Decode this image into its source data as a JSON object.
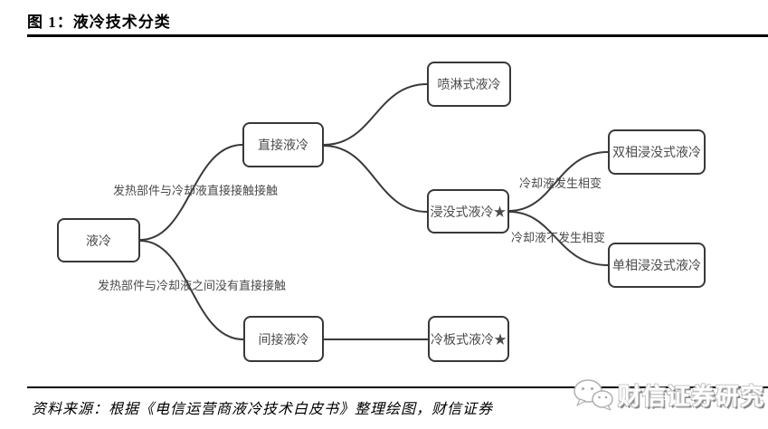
{
  "header": {
    "title": "图 1：液冷技术分类"
  },
  "diagram": {
    "nodes": [
      {
        "id": "root",
        "label": "液冷"
      },
      {
        "id": "direct",
        "label": "直接液冷"
      },
      {
        "id": "spray",
        "label": "喷淋式液冷"
      },
      {
        "id": "immersion",
        "label": "浸没式液冷★"
      },
      {
        "id": "two-phase",
        "label": "双相浸没式液冷"
      },
      {
        "id": "single-phase",
        "label": "单相浸没式液冷"
      },
      {
        "id": "indirect",
        "label": "间接液冷"
      },
      {
        "id": "cold-plate",
        "label": "冷板式液冷★"
      }
    ],
    "edge_labels": [
      {
        "id": "direct-contact",
        "text": "发热部件与冷却液直接接触接触"
      },
      {
        "id": "no-direct-contact",
        "text": "发热部件与冷却液之间没有直接接触"
      },
      {
        "id": "phase-change",
        "text": "冷却液发生相变"
      },
      {
        "id": "no-phase-change",
        "text": "冷却液不发生相变"
      }
    ],
    "edges": [
      {
        "from": "液冷",
        "to": "直接液冷",
        "label": "发热部件与冷却液直接接触接触"
      },
      {
        "from": "液冷",
        "to": "间接液冷",
        "label": "发热部件与冷却液之间没有直接接触"
      },
      {
        "from": "直接液冷",
        "to": "喷淋式液冷",
        "label": ""
      },
      {
        "from": "直接液冷",
        "to": "浸没式液冷★",
        "label": ""
      },
      {
        "from": "浸没式液冷★",
        "to": "双相浸没式液冷",
        "label": "冷却液发生相变"
      },
      {
        "from": "浸没式液冷★",
        "to": "单相浸没式液冷",
        "label": "冷却液不发生相变"
      },
      {
        "from": "间接液冷",
        "to": "冷板式液冷★",
        "label": ""
      }
    ],
    "colors": {
      "line": "#3a3a3a",
      "node_border": "#383838",
      "node_text": "#4a4a4a",
      "rule": "#000000"
    }
  },
  "footer": {
    "source": "资料来源：根据《电信运营商液冷技术白皮书》整理绘图，财信证券",
    "watermark": "财信证券研究"
  }
}
